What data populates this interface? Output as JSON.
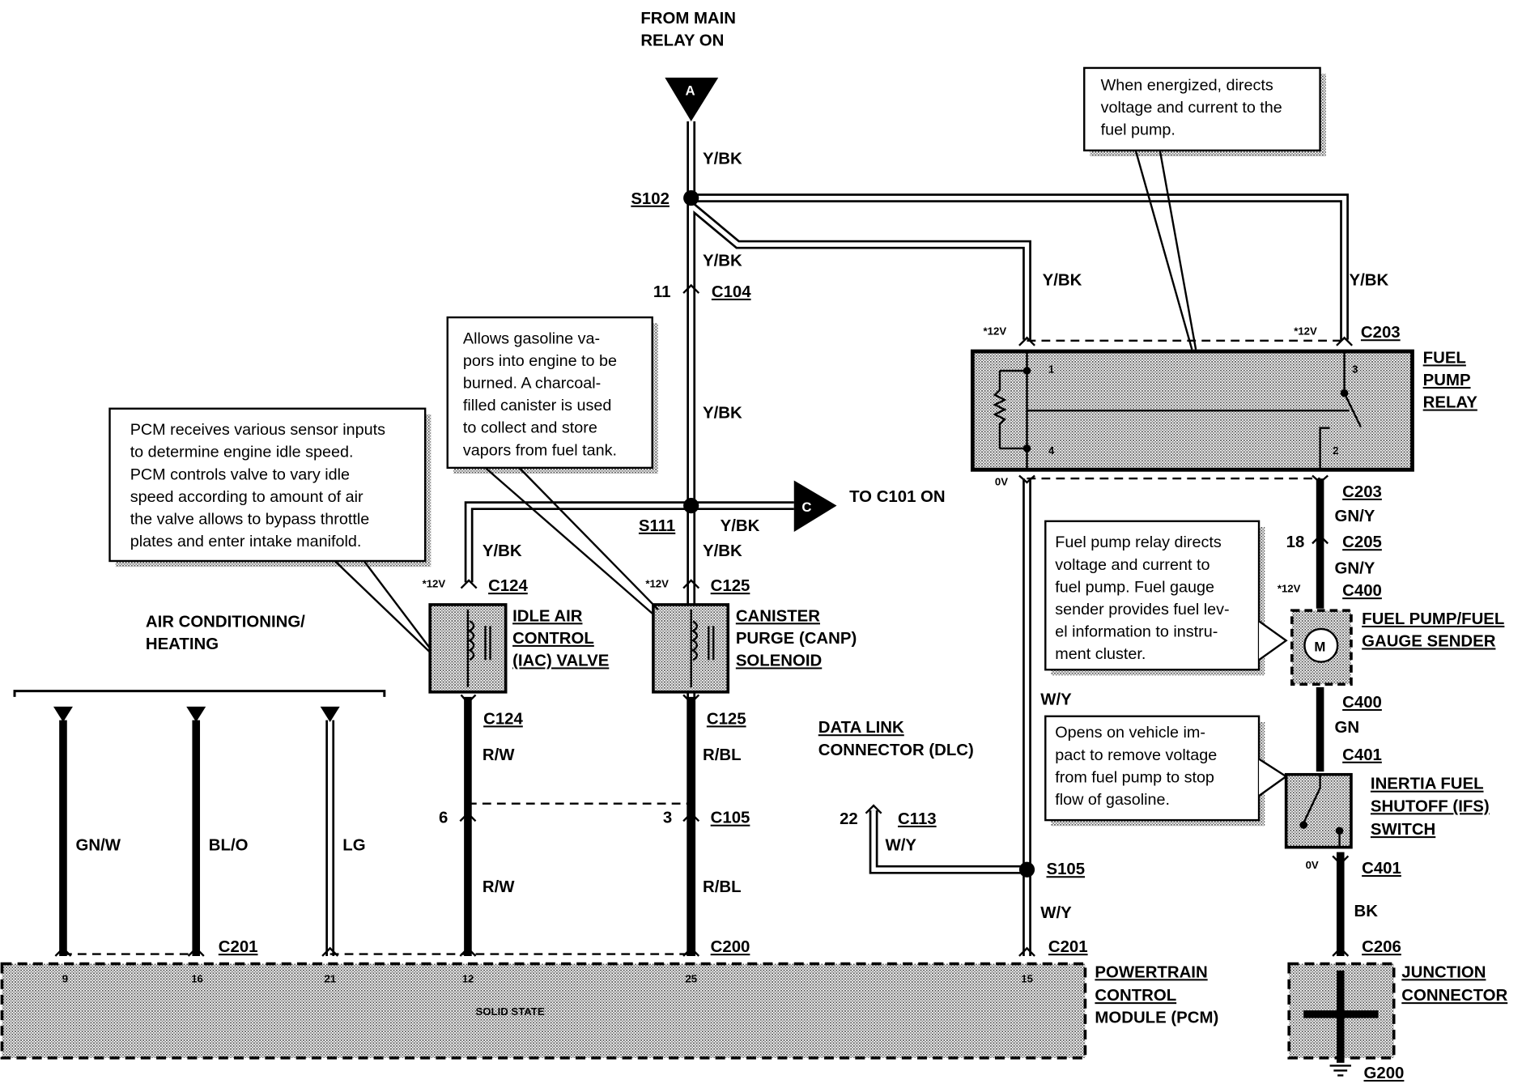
{
  "source": {
    "lines": [
      "FROM MAIN",
      "RELAY ON"
    ],
    "connector": "A"
  },
  "destination": {
    "connector": "C",
    "label": "TO C101 ON"
  },
  "splices": {
    "s102": "S102",
    "s111": "S111",
    "s105": "S105"
  },
  "wire_colors": {
    "y_bk": "Y/BK",
    "w_y": "W/Y",
    "gn_y": "GN/Y",
    "gn": "GN",
    "bk": "BK",
    "r_w": "R/W",
    "r_bl": "R/BL",
    "gn_w": "GN/W",
    "bl_o": "BL/O",
    "lg": "LG"
  },
  "connectors": {
    "c104": "C104",
    "c105": "C105",
    "c113": "C113",
    "c124": "C124",
    "c125": "C125",
    "c200": "C200",
    "c201": "C201",
    "c203": "C203",
    "c205": "C205",
    "c206": "C206",
    "c400": "C400",
    "c401": "C401",
    "g200": "G200"
  },
  "voltages": {
    "v12": "*12V",
    "v0": "0V"
  },
  "pins": {
    "p11": "11",
    "p6": "6",
    "p3": "3",
    "p22": "22",
    "p18": "18",
    "relay": [
      "1",
      "2",
      "3",
      "4"
    ],
    "pcm": [
      "9",
      "16",
      "21",
      "12",
      "25",
      "15"
    ]
  },
  "components": {
    "fuel_pump_relay": [
      "FUEL",
      "PUMP",
      "RELAY"
    ],
    "fuel_pump_sender": [
      "FUEL PUMP/FUEL",
      "GAUGE SENDER"
    ],
    "motor_symbol": "M",
    "ifs_switch": [
      "INERTIA FUEL",
      "SHUTOFF (IFS)",
      "SWITCH"
    ],
    "junction_connector": [
      "JUNCTION",
      "CONNECTOR"
    ],
    "pcm": [
      "POWERTRAIN",
      "CONTROL",
      "MODULE (PCM)"
    ],
    "pcm_inner": "SOLID STATE",
    "iac_valve": [
      "IDLE AIR",
      "CONTROL",
      "(IAC) VALVE"
    ],
    "canp_solenoid": [
      "CANISTER",
      "PURGE (CANP)",
      "SOLENOID"
    ],
    "dlc": [
      "DATA LINK",
      "CONNECTOR (DLC)"
    ],
    "ac_heating": [
      "AIR CONDITIONING/",
      "HEATING"
    ]
  },
  "callouts": {
    "relay": [
      "When energized, directs",
      "voltage and current to the",
      "fuel pump."
    ],
    "canp": [
      "Allows gasoline va-",
      "pors into engine to be",
      "burned.  A charcoal-",
      "filled canister is used",
      "to collect and store",
      "vapors from fuel tank."
    ],
    "iac": [
      "PCM receives various sensor inputs",
      "to determine engine idle speed.",
      "PCM controls valve to vary idle",
      "speed according to amount of air",
      "the valve allows to bypass throttle",
      "plates and enter intake manifold."
    ],
    "sender": [
      "Fuel pump relay directs",
      "voltage and current to",
      "fuel pump. Fuel gauge",
      "sender provides fuel lev-",
      "el information to instru-",
      "ment cluster."
    ],
    "ifs": [
      "Opens on vehicle im-",
      "pact to remove voltage",
      "from fuel pump to stop",
      "flow of gasoline."
    ]
  }
}
